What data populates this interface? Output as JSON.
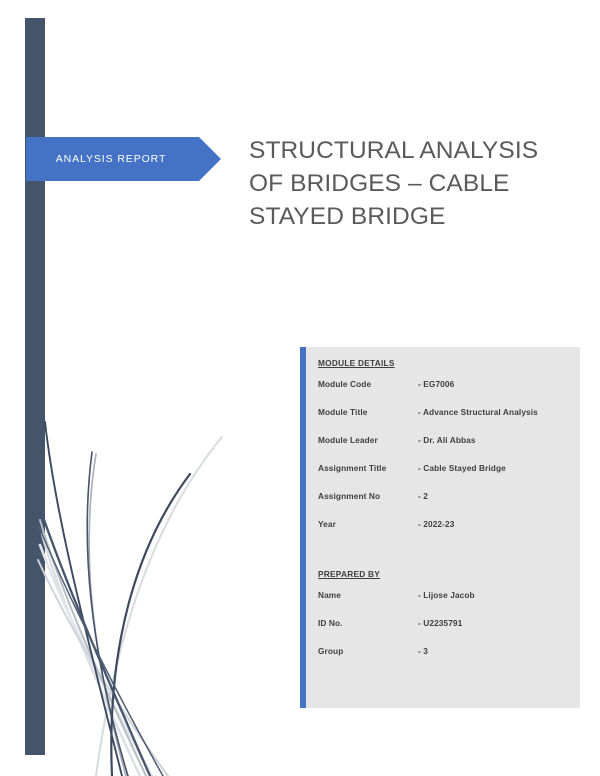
{
  "banner": {
    "label": "ANALYSIS REPORT",
    "fill_color": "#4472C4"
  },
  "side_bar": {
    "color": "#44546A"
  },
  "title": {
    "text": "STRUCTURAL ANALYSIS OF BRIDGES – CABLE STAYED BRIDGE",
    "color": "#5a5a5a"
  },
  "details_panel": {
    "background_color": "#e6e6e6",
    "accent_color": "#4472C4",
    "sections": [
      {
        "heading": "MODULE DETAILS",
        "rows": [
          {
            "label": "Module Code",
            "value": "-  EG7006"
          },
          {
            "label": "Module Title",
            "value": "-  Advance Structural Analysis"
          },
          {
            "label": "Module Leader",
            "value": "-  Dr. Ali Abbas"
          },
          {
            "label": "Assignment Title",
            "value": "-  Cable Stayed Bridge"
          },
          {
            "label": "Assignment No",
            "value": "-  2"
          },
          {
            "label": "Year",
            "value": "-  2022-23"
          }
        ]
      },
      {
        "heading": "PREPARED BY",
        "rows": [
          {
            "label": "Name",
            "value": "-  Lijose Jacob"
          },
          {
            "label": "ID No.",
            "value": "-  U2235791"
          },
          {
            "label": "Group",
            "value": "-  3"
          }
        ]
      }
    ]
  },
  "decoration": {
    "name": "curved-strands-graphic",
    "dark_color": "#3b4a5e",
    "light_color": "#d6d9de",
    "mid_color": "#9aa3b0"
  }
}
